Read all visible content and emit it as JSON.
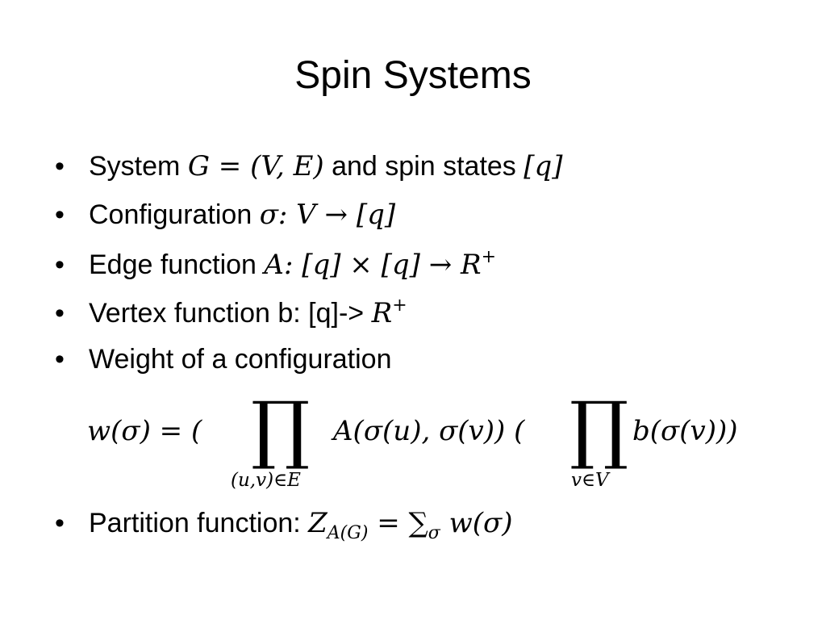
{
  "slide": {
    "title": "Spin Systems",
    "bullets": {
      "b1_text": "System ",
      "b1_math": "G = (V, E)",
      "b1_text2": " and spin states ",
      "b1_math2": "[q]",
      "b2_text": "Configuration ",
      "b2_math": "σ: V → [q]",
      "b3_text": "Edge function ",
      "b3_math": "A: [q] × [q] → R",
      "b3_sup": "+",
      "b4_text": "Vertex function b: [q]-> ",
      "b4_math": "R",
      "b4_sup": "+",
      "b5_text": "Weight of a configuration",
      "b6_text": "Partition function: ",
      "b6_math": "Z",
      "b6_sub": "A(G)",
      "b6_math2": " = ∑",
      "b6_sub2": "σ",
      "b6_math3": " w(σ)"
    },
    "formula": {
      "lhs": "w(σ) = (",
      "prod_symbol": "∏",
      "sub1": "(u,v)∈E",
      "mid": "A(σ(u), σ(v)) (",
      "sub2": "v∈V",
      "rhs": "b(σ(v)))"
    }
  }
}
